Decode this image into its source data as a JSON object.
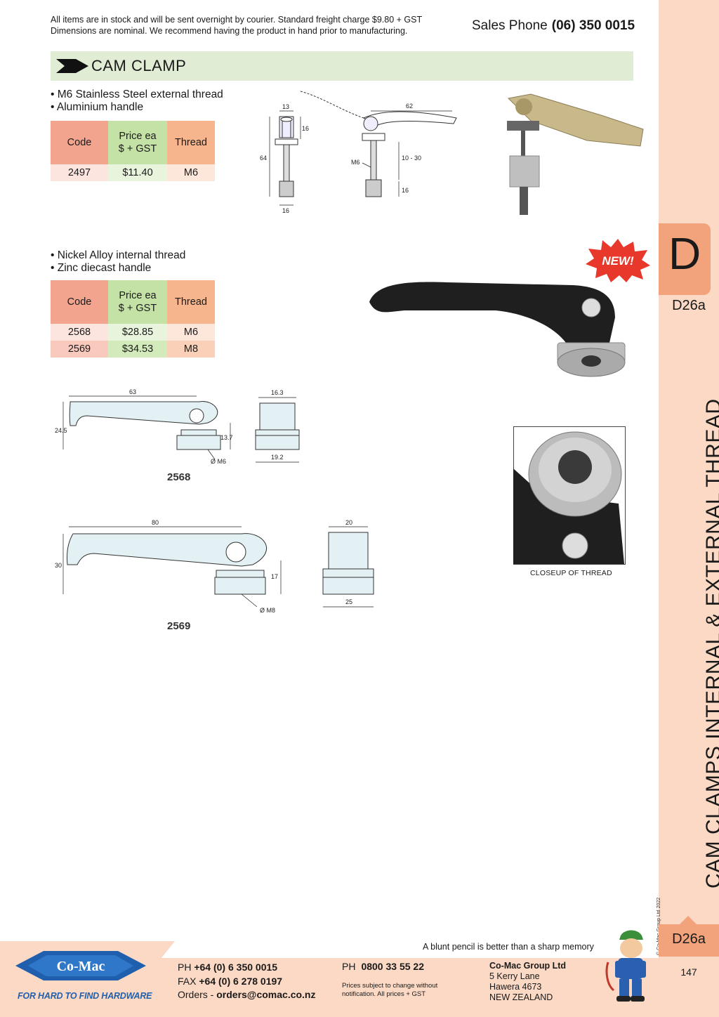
{
  "header": {
    "notice_line1": "All items are in stock and will be sent overnight by courier. Standard freight charge $9.80 + GST",
    "notice_line2": "Dimensions are nominal. We recommend having the product in hand prior to manufacturing.",
    "sales_label": "Sales Phone",
    "sales_number": "(06) 350 0015"
  },
  "section": {
    "title": "CAM CLAMP"
  },
  "product1": {
    "bullets": [
      "M6 Stainless Steel external thread",
      "Aluminium handle"
    ],
    "table": {
      "headers": {
        "code": "Code",
        "price_line1": "Price ea",
        "price_line2": "$ + GST",
        "thread": "Thread"
      },
      "rows": [
        {
          "code": "2497",
          "price": "$11.40",
          "thread": "M6"
        }
      ]
    },
    "dims": {
      "top_width": "13",
      "handle": "62",
      "head_height": "16",
      "total": "64",
      "thread": "M6",
      "range": "10 - 30",
      "foot_height": "16",
      "base": "16"
    }
  },
  "product2": {
    "bullets": [
      "Nickel Alloy internal thread",
      "Zinc diecast handle"
    ],
    "table": {
      "headers": {
        "code": "Code",
        "price_line1": "Price ea",
        "price_line2": "$ + GST",
        "thread": "Thread"
      },
      "rows": [
        {
          "code": "2568",
          "price": "$28.85",
          "thread": "M6"
        },
        {
          "code": "2569",
          "price": "$34.53",
          "thread": "M8"
        }
      ]
    },
    "badge": "NEW!",
    "closeup_label": "CLOSEUP OF THREAD"
  },
  "drawing_2568": {
    "label": "2568",
    "length": "63",
    "height": "24.5",
    "body": "13.7",
    "thread": "Ø M6",
    "top_width": "16.3",
    "base_width": "19.2"
  },
  "drawing_2569": {
    "label": "2569",
    "length": "80",
    "height": "30",
    "body": "17",
    "thread": "Ø M8",
    "top_width": "20",
    "base_width": "25"
  },
  "side": {
    "letter": "D",
    "page_code": "D26a",
    "vertical_title": "CAM CLAMPS INTERNAL & EXTERNAL THREAD",
    "copyright": "© Co-Mac Group Ltd 2022",
    "page_number": "147"
  },
  "footer": {
    "motto": "A blunt pencil is better than a sharp memory",
    "logo_text": "Co-Mac",
    "tagline": "FOR HARD TO FIND HARDWARE",
    "ph_label": "PH",
    "ph": "+64 (0) 6 350 0015",
    "fax_label": "FAX",
    "fax": "+64 (0) 6 278 0197",
    "orders_label": "Orders -",
    "orders": "orders@comac.co.nz",
    "ph2_label": "PH",
    "ph2": "0800 33 55 22",
    "fine_line1": "Prices subject to change without",
    "fine_line2": "notification. All prices + GST",
    "company": "Co-Mac Group Ltd",
    "addr1": "5 Kerry Lane",
    "addr2": "Hawera 4673",
    "addr3": "NEW ZEALAND"
  },
  "colors": {
    "accent": "#f2a37b",
    "band": "#fbd9c4",
    "title_bar": "#e0ecd3",
    "brand_blue": "#1f5fae"
  }
}
